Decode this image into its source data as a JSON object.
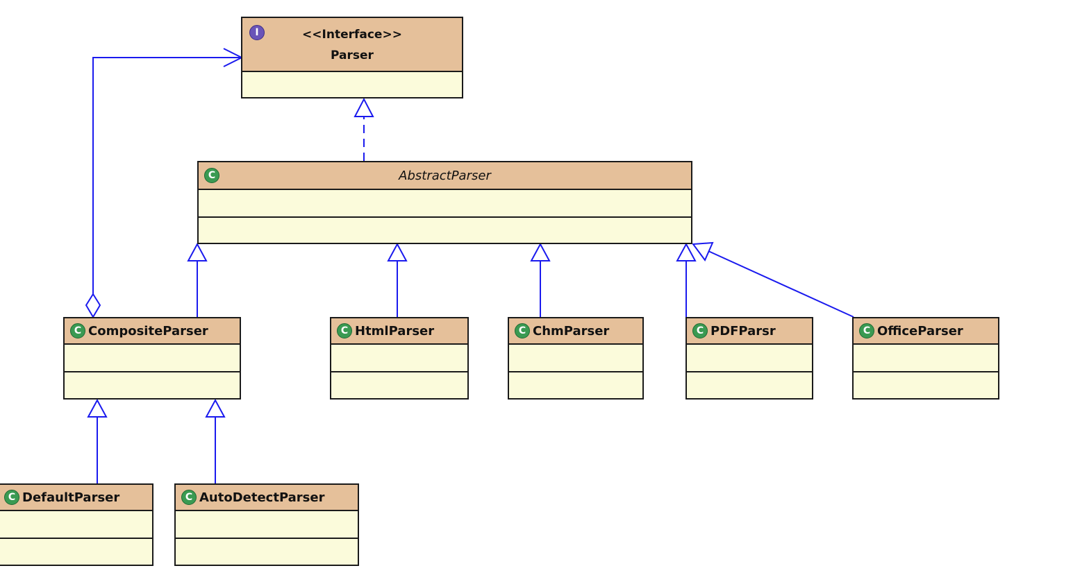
{
  "interface": {
    "stereotype": "<<Interface>>",
    "name": "Parser",
    "icon": "I"
  },
  "abstract_class": {
    "name": "AbstractParser",
    "icon": "C"
  },
  "classes": {
    "composite": {
      "name": "CompositeParser",
      "icon": "C"
    },
    "html": {
      "name": "HtmlParser",
      "icon": "C"
    },
    "chm": {
      "name": "ChmParser",
      "icon": "C"
    },
    "pdf": {
      "name": "PDFParsr",
      "icon": "C"
    },
    "office": {
      "name": "OfficeParser",
      "icon": "C"
    },
    "default": {
      "name": "DefaultParser",
      "icon": "C"
    },
    "autodetect": {
      "name": "AutoDetectParser",
      "icon": "C"
    }
  },
  "colors": {
    "header": "#e5c09a",
    "body": "#fbfbdb",
    "border": "#1a1a1a",
    "connector": "#1a1aee",
    "class_icon": "#3a9a52",
    "interface_icon": "#6a54b8"
  }
}
